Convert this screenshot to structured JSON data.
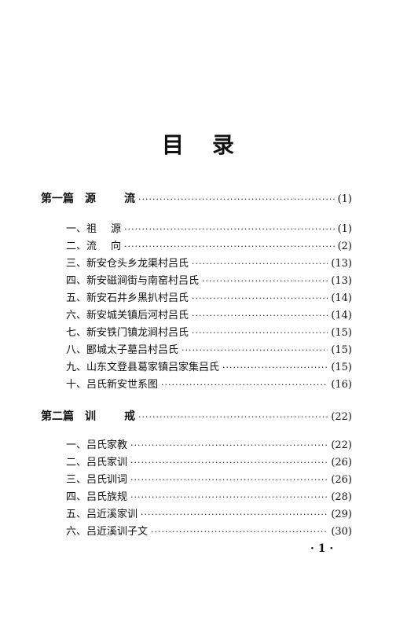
{
  "title": {
    "char1": "目",
    "char2": "录"
  },
  "chapters": [
    {
      "part1": "第一篇",
      "part2": "源",
      "part3": "流",
      "page": "(1)",
      "items": [
        {
          "a": "一、祖",
          "b": "源",
          "page": "(1)"
        },
        {
          "a": "二、流",
          "b": "向",
          "page": "(2)"
        },
        {
          "label": "三、新安仓头乡龙渠村吕氏",
          "page": "(13)"
        },
        {
          "label": "四、新安磁涧街与南窑村吕氏",
          "page": "(13)"
        },
        {
          "label": "五、新安石井乡黑扒村吕氏",
          "page": "(14)"
        },
        {
          "label": "六、新安城关镇后河村吕氏",
          "page": "(14)"
        },
        {
          "label": "七、新安铁门镇龙涧村吕氏",
          "page": "(15)"
        },
        {
          "label": "八、郾城太子墓吕村吕氏",
          "page": "(15)"
        },
        {
          "label": "九、山东文登县葛家镇吕家集吕氏",
          "page": "(15)"
        },
        {
          "label": "十、吕氏新安世系图",
          "page": "(16)"
        }
      ]
    },
    {
      "part1": "第二篇",
      "part2": "训",
      "part3": "戒",
      "page": "(22)",
      "items": [
        {
          "label": "一、吕氏家教",
          "page": "(22)"
        },
        {
          "label": "二、吕氏家训",
          "page": "(26)"
        },
        {
          "label": "三、吕氏训词",
          "page": "(26)"
        },
        {
          "label": "四、吕氏族规",
          "page": "(28)"
        },
        {
          "label": "五、吕近溪家训",
          "page": "(29)"
        },
        {
          "label": "六、吕近溪训子文",
          "page": "(30)"
        }
      ]
    }
  ],
  "footer": {
    "page_number": "· 1 ·"
  }
}
